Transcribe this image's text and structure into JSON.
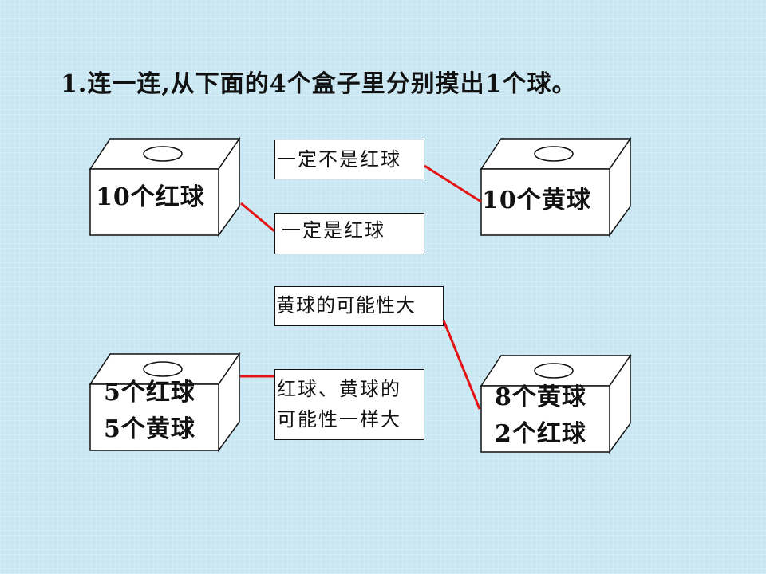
{
  "title": "1.连一连,从下面的4个盒子里分别摸出1个球。",
  "boxes": [
    {
      "lines": [
        "10个红球"
      ]
    },
    {
      "lines": [
        "10个黄球"
      ]
    },
    {
      "lines": [
        "5个红球",
        "5个黄球"
      ]
    },
    {
      "lines": [
        "8个黄球",
        "2个红球"
      ]
    }
  ],
  "answers": [
    {
      "lines": [
        "一定不是红球"
      ]
    },
    {
      "lines": [
        "一定是红球"
      ]
    },
    {
      "lines": [
        "黄球的可能性大"
      ]
    },
    {
      "lines": [
        "红球、黄球的",
        "可能性一样大"
      ]
    }
  ],
  "colors": {
    "background": "#c9e7f2",
    "connector": "#e41414"
  }
}
